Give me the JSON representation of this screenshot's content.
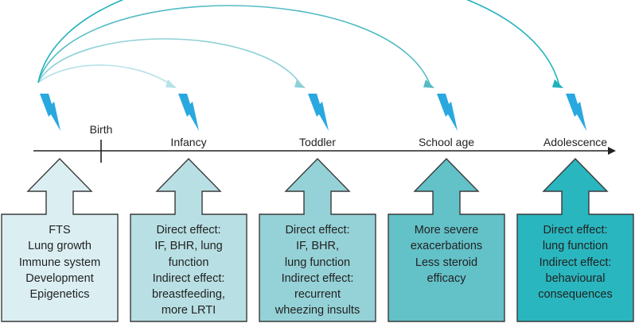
{
  "colors": {
    "bolt": "#29a8df",
    "axis": "#222222",
    "stroke": "#3a3a3a",
    "fills": [
      "#dbeff3",
      "#b8e0e4",
      "#95d2d7",
      "#63c1c8",
      "#2ab6bf"
    ],
    "arc_colors": [
      "#b7e2e7",
      "#8fd1d7",
      "#54bcc4",
      "#1fb1bd"
    ]
  },
  "timeline": {
    "birth": "Birth",
    "stages": [
      "Infancy",
      "Toddler",
      "School age",
      "Adolescence"
    ]
  },
  "boxes": [
    {
      "lines": [
        "FTS",
        "Lung growth",
        "Immune system",
        "Development",
        "Epigenetics"
      ]
    },
    {
      "lines": [
        "Direct effect:",
        "IF, BHR, lung",
        "function",
        "Indirect effect:",
        "breastfeeding,",
        "more LRTI"
      ]
    },
    {
      "lines": [
        "Direct effect:",
        "IF, BHR,",
        "lung function",
        "Indirect effect:",
        "recurrent",
        "wheezing insults"
      ]
    },
    {
      "lines": [
        "More severe",
        "exacerbations",
        "Less steroid",
        "efficacy"
      ]
    },
    {
      "lines": [
        "Direct effect:",
        "lung function",
        "Indirect effect:",
        "behavioural",
        "consequences"
      ]
    }
  ],
  "icons": {
    "bolt": "lightning-bolt-icon"
  }
}
